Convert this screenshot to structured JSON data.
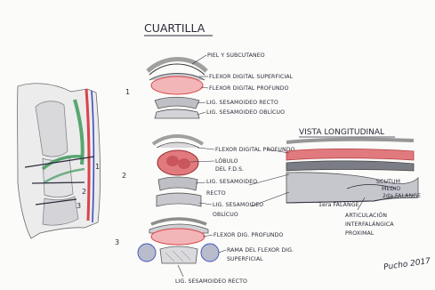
{
  "title": "CUARTILLA",
  "section_numbers": [
    "1",
    "2",
    "3"
  ],
  "leg_markers": [
    "1",
    "2",
    "3"
  ],
  "cross_section_1": {
    "labels": [
      "PIEL Y SUBCUTANEO",
      "FLEXOR DIGITAL SUPERFICIAL",
      "FLEXOR DIGITAL PROFUNDO",
      "LIG. SESAMOIDEO RECTO",
      "LIG. SESAMOIDEO OBLÍCUO"
    ]
  },
  "cross_section_2": {
    "labels": [
      "FLEXOR DIGITAL PROFUNDO",
      "LÓBULO",
      "DEL F.D.S.",
      "LIG. SESAMOIDEO",
      "RECTO",
      "LIG. SESAMOIDEO",
      "OBLÍCUO"
    ]
  },
  "cross_section_3": {
    "labels": [
      "FLEXOR DIG. PROFUNDO",
      "RAMA DEL FLEXOR DIG.",
      "SUPERFICIAL",
      "LIG. SESAMOIDEO RECTO"
    ]
  },
  "longitudinal": {
    "title": "VISTA LONGITUDINAL",
    "labels": [
      "SCUTUM",
      "MEDIO",
      "2da FALANGE",
      "1era FALANGE",
      "ARTICULACIÓN",
      "INTERFALÁNGICA",
      "PROXIMAL"
    ]
  },
  "signature": "Pucho 2017",
  "colors": {
    "ink": "#2b2b3a",
    "red": "#d9444a",
    "pink": "#f3b6b8",
    "green": "#3f9a5a",
    "blue": "#3c4fbf",
    "gray": "#9a9ca6"
  }
}
